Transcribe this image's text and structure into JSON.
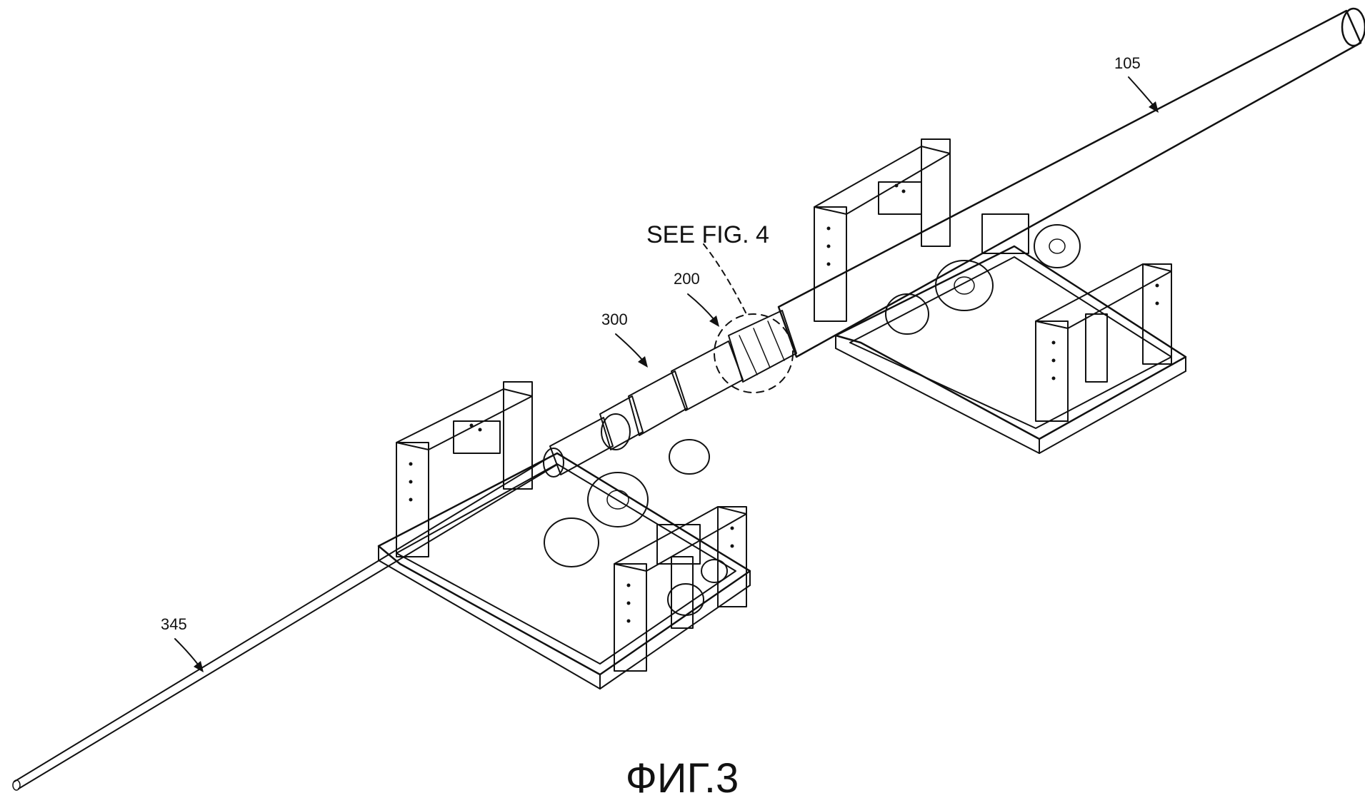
{
  "labels": {
    "ref_105": "105",
    "see_fig": "SEE FIG. 4",
    "ref_200": "200",
    "ref_300": "300",
    "ref_345": "345"
  },
  "caption": "ФИГ.3"
}
